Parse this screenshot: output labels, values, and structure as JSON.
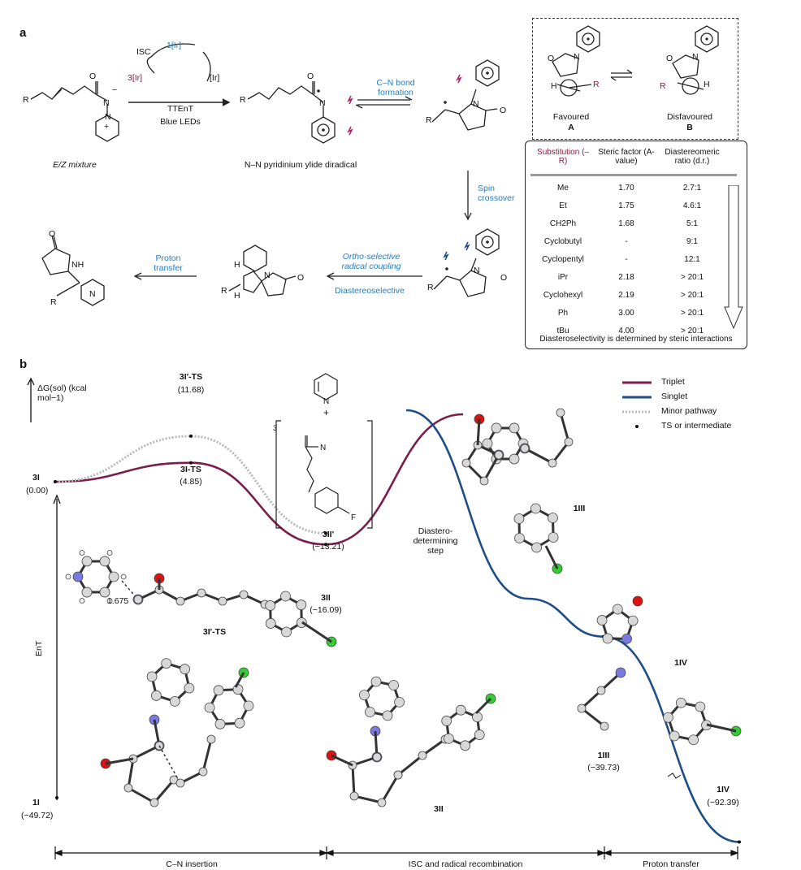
{
  "panel_a": {
    "letter": "a",
    "reactant_label": "E/Z mixture",
    "cycle": {
      "isc": "ISC",
      "ir1": "1[Ir]",
      "ir3": "3[Ir]",
      "ir": "[Ir]",
      "reagent": "TTEnT",
      "light": "Blue LEDs"
    },
    "diradical_label": "N–N pyridinium ylide diradical",
    "cn_bond_formation": "C–N bond formation",
    "spin_crossover": "Spin crossover",
    "ortho_coupling": "Ortho-selective radical coupling",
    "diastereoselective": "Diastereoselective",
    "proton_transfer": "Proton transfer",
    "favoured": "Favoured",
    "favoured_letter": "A",
    "disfavoured": "Disfavoured",
    "disfavoured_letter": "B",
    "atom_labels": {
      "r": "R",
      "o": "O",
      "n": "N",
      "h": "H",
      "nh": "NH",
      "minus": "−",
      "plus": "+"
    }
  },
  "table": {
    "headers": [
      "Substitution (–R)",
      "Steric factor (A-value)",
      "Diastereomeric ratio (d.r.)"
    ],
    "rows": [
      [
        "Me",
        "1.70",
        "2.7:1"
      ],
      [
        "Et",
        "1.75",
        "4.6:1"
      ],
      [
        "CH2Ph",
        "1.68",
        "5:1"
      ],
      [
        "Cyclobutyl",
        "-",
        "9:1"
      ],
      [
        "Cyclopentyl",
        "-",
        "12:1"
      ],
      [
        "iPr",
        "2.18",
        "> 20:1"
      ],
      [
        "Cyclohexyl",
        "2.19",
        "> 20:1"
      ],
      [
        "Ph",
        "3.00",
        "> 20:1"
      ],
      [
        "tBu",
        "4.00",
        "> 20:1"
      ]
    ],
    "footer": "Diasteroselectivity is determined by steric interactions"
  },
  "panel_b": {
    "letter": "b",
    "y_axis_label": "ΔG(sol) (kcal mol−1)",
    "ent_label": "EnT",
    "legend": [
      {
        "name": "Triplet",
        "color": "#7b1d4b"
      },
      {
        "name": "Singlet",
        "color": "#1f4e86"
      },
      {
        "name": "Minor pathway",
        "color": "#b8b8b8"
      },
      {
        "name": "TS or intermediate",
        "color": "#111111"
      }
    ],
    "points": [
      {
        "label": "3I",
        "value": "(0.00)"
      },
      {
        "label": "3I'-TS",
        "value": "(11.68)"
      },
      {
        "label": "3I-TS",
        "value": "(4.85)"
      },
      {
        "label": "3II'",
        "value": "(−13.21)"
      },
      {
        "label": "3II",
        "value": "(−16.09)"
      },
      {
        "label": "1III",
        "value": "(−39.73)"
      },
      {
        "label": "1IV",
        "value": "(−92.39)"
      },
      {
        "label": "1I",
        "value": "(−49.72)"
      }
    ],
    "diastereo_step": "Diastero- determining step",
    "structure_labels": {
      "ts_prime": "3I'-TS",
      "bond_length": "1.675",
      "ii": "3II",
      "iii": "1III",
      "iv": "1IV",
      "inset_prefix": "3",
      "inset_plus": "+",
      "inset_n": "N",
      "inset_f": "F"
    },
    "stages": [
      "C–N insertion",
      "ISC and radical recombination",
      "Proton transfer"
    ]
  },
  "chart_data": {
    "type": "line",
    "title": "",
    "ylabel": "ΔG(sol) (kcal mol−1)",
    "series": [
      {
        "name": "Triplet",
        "points": [
          [
            "3I",
            0.0
          ],
          [
            "3I-TS",
            4.85
          ],
          [
            "3II",
            -16.09
          ]
        ]
      },
      {
        "name": "Minor pathway",
        "points": [
          [
            "3I",
            0.0
          ],
          [
            "3I'-TS",
            11.68
          ],
          [
            "3II'",
            -13.21
          ]
        ]
      },
      {
        "name": "Singlet",
        "points": [
          [
            "1III",
            -39.73
          ],
          [
            "1IV",
            -92.39
          ]
        ]
      }
    ],
    "reference": [
      [
        "1I",
        -49.72
      ]
    ]
  }
}
